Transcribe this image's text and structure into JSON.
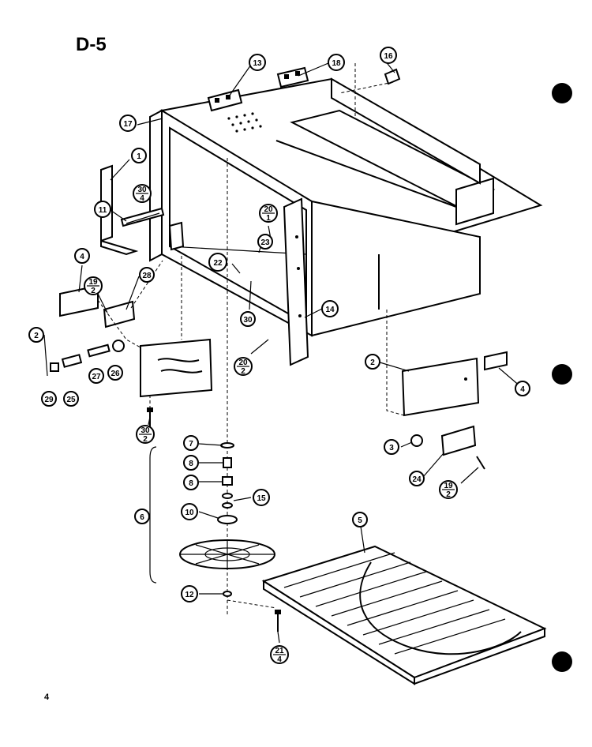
{
  "diagram": {
    "title": "D-5",
    "page_number": "4",
    "callouts": [
      {
        "id": "c1",
        "num": "1",
        "den": ""
      },
      {
        "id": "c2a",
        "num": "2",
        "den": ""
      },
      {
        "id": "c2b",
        "num": "2",
        "den": ""
      },
      {
        "id": "c3",
        "num": "3",
        "den": ""
      },
      {
        "id": "c4a",
        "num": "4",
        "den": ""
      },
      {
        "id": "c4b",
        "num": "4",
        "den": ""
      },
      {
        "id": "c5",
        "num": "5",
        "den": ""
      },
      {
        "id": "c6",
        "num": "6",
        "den": ""
      },
      {
        "id": "c7",
        "num": "7",
        "den": ""
      },
      {
        "id": "c8a",
        "num": "8",
        "den": ""
      },
      {
        "id": "c8b",
        "num": "8",
        "den": ""
      },
      {
        "id": "c10",
        "num": "10",
        "den": ""
      },
      {
        "id": "c11",
        "num": "11",
        "den": ""
      },
      {
        "id": "c12",
        "num": "12",
        "den": ""
      },
      {
        "id": "c13",
        "num": "13",
        "den": ""
      },
      {
        "id": "c14",
        "num": "14",
        "den": ""
      },
      {
        "id": "c15",
        "num": "15",
        "den": ""
      },
      {
        "id": "c16",
        "num": "16",
        "den": ""
      },
      {
        "id": "c17",
        "num": "17",
        "den": ""
      },
      {
        "id": "c18",
        "num": "18",
        "den": ""
      },
      {
        "id": "c19a",
        "num": "19",
        "den": "2"
      },
      {
        "id": "c19b",
        "num": "19",
        "den": "2"
      },
      {
        "id": "c20a",
        "num": "20",
        "den": "1"
      },
      {
        "id": "c20b",
        "num": "20",
        "den": "2"
      },
      {
        "id": "c21",
        "num": "21",
        "den": "4"
      },
      {
        "id": "c22",
        "num": "22",
        "den": ""
      },
      {
        "id": "c23",
        "num": "23",
        "den": ""
      },
      {
        "id": "c24",
        "num": "24",
        "den": ""
      },
      {
        "id": "c25",
        "num": "25",
        "den": ""
      },
      {
        "id": "c26",
        "num": "26",
        "den": ""
      },
      {
        "id": "c27",
        "num": "27",
        "den": ""
      },
      {
        "id": "c28",
        "num": "28",
        "den": ""
      },
      {
        "id": "c29",
        "num": "29",
        "den": ""
      },
      {
        "id": "c30a",
        "num": "30",
        "den": "4"
      },
      {
        "id": "c30b",
        "num": "30",
        "den": ""
      },
      {
        "id": "c30c",
        "num": "30",
        "den": "2"
      }
    ]
  }
}
